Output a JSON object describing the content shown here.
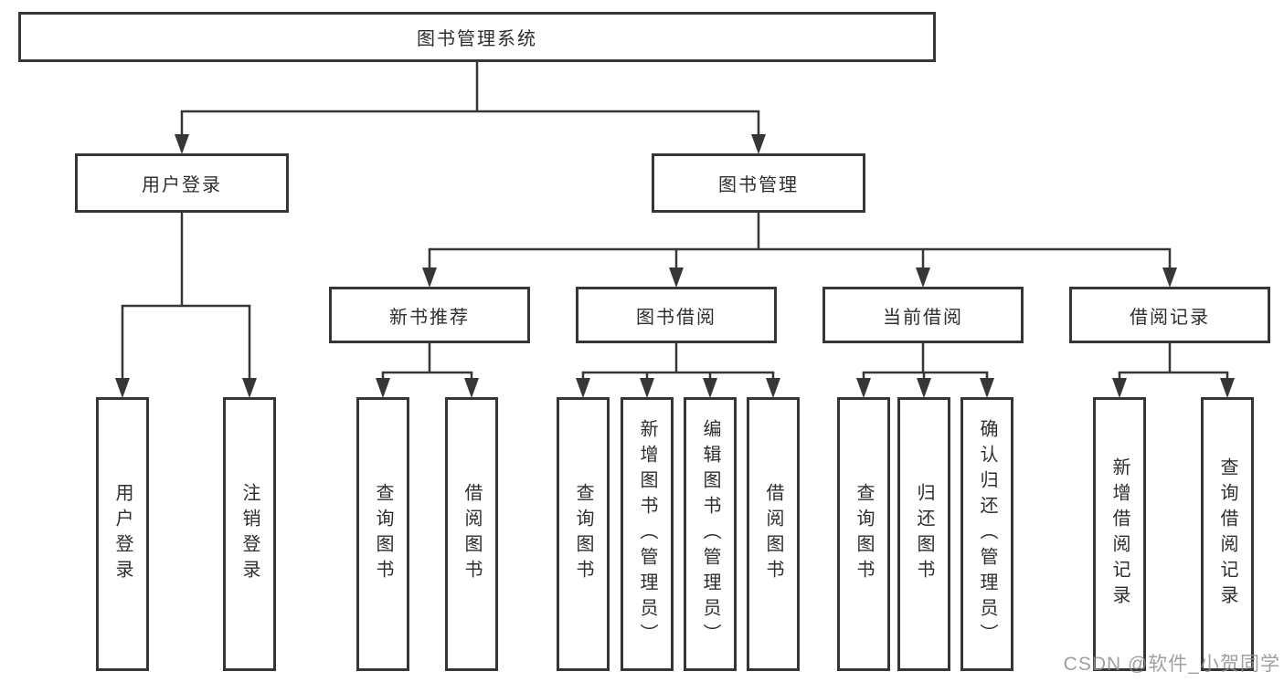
{
  "diagram": {
    "root": {
      "label": "图书管理系统"
    },
    "level2": [
      {
        "label": "用户登录"
      },
      {
        "label": "图书管理"
      }
    ],
    "user_login_children": [
      {
        "label": "用户登录"
      },
      {
        "label": "注销登录"
      }
    ],
    "book_management_children": [
      {
        "label": "新书推荐",
        "children": [
          {
            "label": "查询图书"
          },
          {
            "label": "借阅图书"
          }
        ]
      },
      {
        "label": "图书借阅",
        "children": [
          {
            "label": "查询图书"
          },
          {
            "label": "新增图书（管理员）"
          },
          {
            "label": "编辑图书（管理员）"
          },
          {
            "label": "借阅图书"
          }
        ]
      },
      {
        "label": "当前借阅",
        "children": [
          {
            "label": "查询图书"
          },
          {
            "label": "归还图书"
          },
          {
            "label": "确认归还（管理员）"
          }
        ]
      },
      {
        "label": "借阅记录",
        "children": [
          {
            "label": "新增借阅记录"
          },
          {
            "label": "查询借阅记录"
          }
        ]
      }
    ]
  },
  "watermark": {
    "text": "CSDN @软件_小贺同学"
  },
  "colors": {
    "line": "#363636",
    "box_border": "#363636",
    "text": "#2e2e2e",
    "watermark": "#8f8f8f",
    "background": "#ffffff"
  }
}
